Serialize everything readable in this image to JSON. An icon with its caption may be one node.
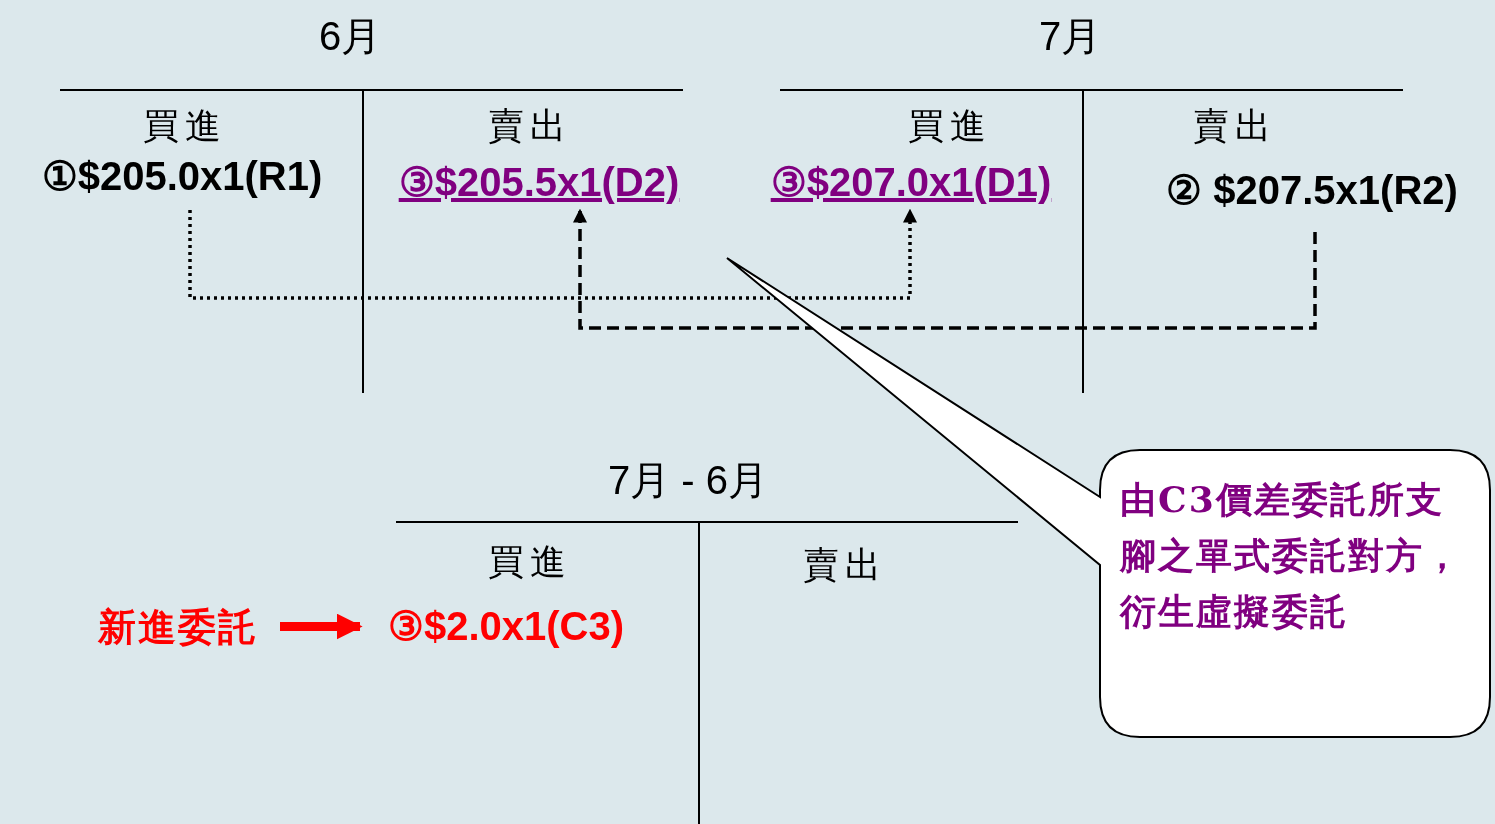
{
  "diagram": {
    "nodes": [
      {
        "text": [
          "①$205.0x1(R1)"
        ]
      },
      {
        "text": [
          "③$205.5x1(D2)"
        ]
      },
      {
        "text": [
          "③$207.0x1(D1)"
        ]
      },
      {
        "text": [
          "② $207.5x1(R2)"
        ]
      },
      {
        "text": [
          "由C3價差委託所支腳之單式委託對方，衍生虛擬委託"
        ]
      },
      {
        "text": [
          "新進委託"
        ]
      },
      {
        "text": [
          "③$2.0x1(C3)"
        ]
      }
    ],
    "edges": [
      {
        "from": 0,
        "to": 2,
        "arrow": "to",
        "style": "dashed"
      },
      {
        "from": 3,
        "to": 1,
        "arrow": "to",
        "style": "dashed"
      },
      {
        "from": 5,
        "to": 6,
        "arrow": "to",
        "style": "thick",
        "color": "#ff0000"
      }
    ],
    "labels": [
      "6月",
      "7月",
      "買進",
      "賣出",
      "買進",
      "賣出",
      "7月 - 6月",
      "買進",
      "賣出"
    ]
  }
}
